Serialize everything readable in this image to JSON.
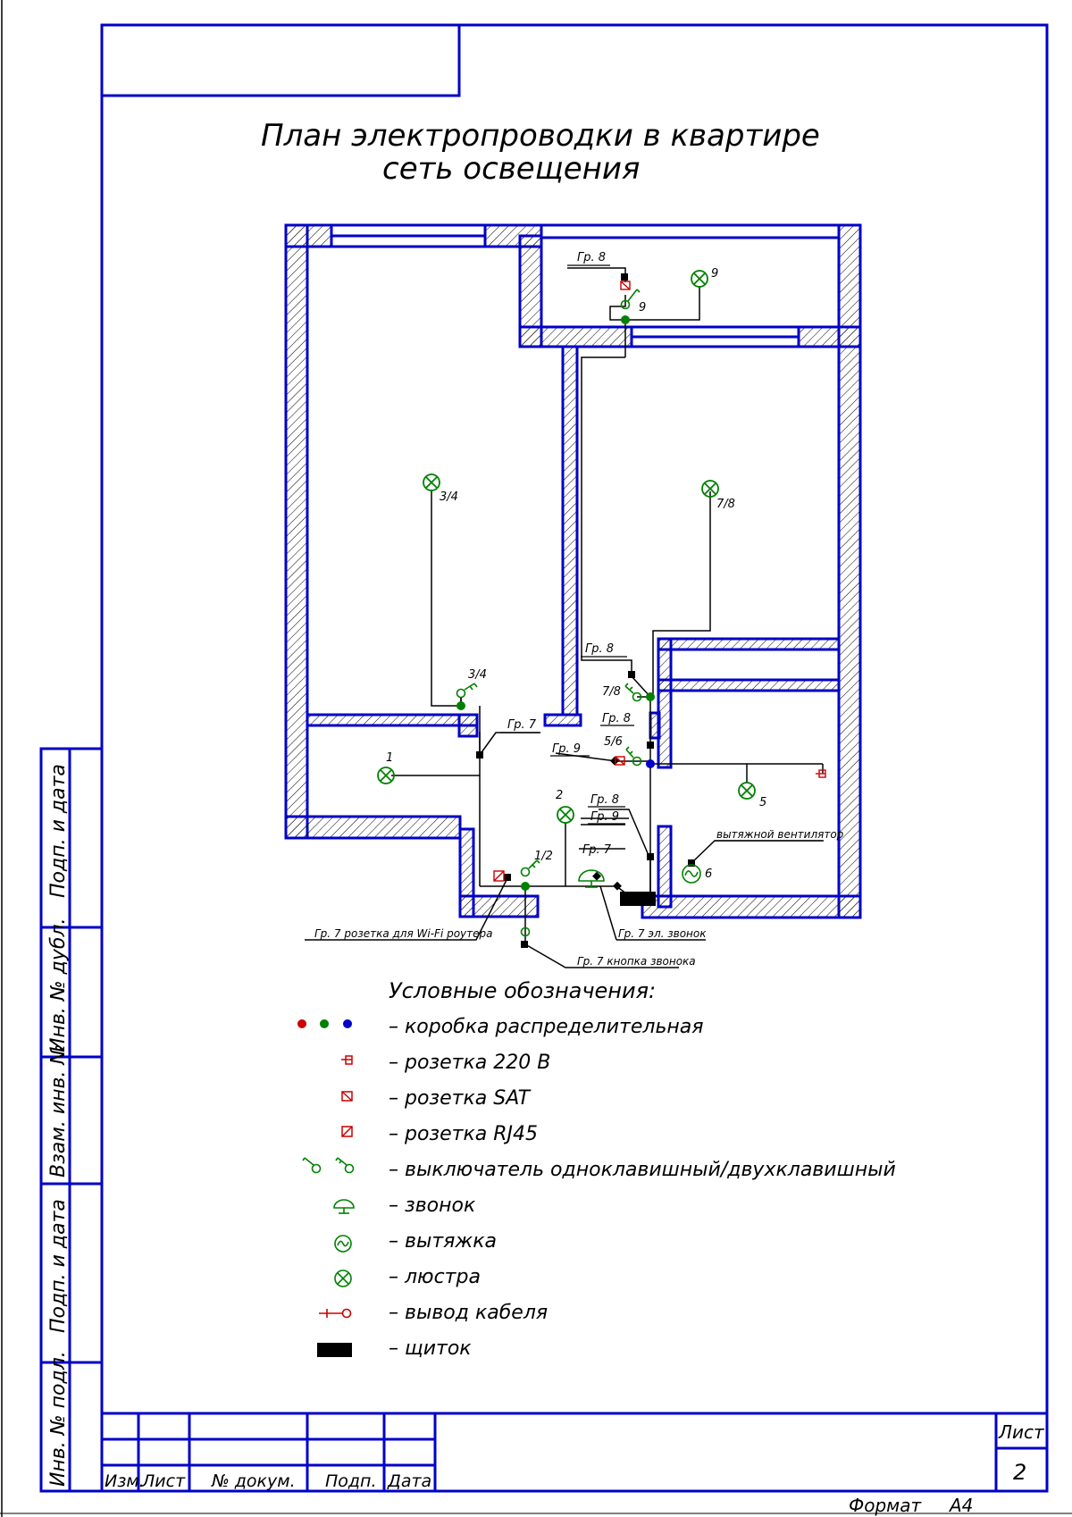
{
  "title": {
    "line1": "План электропроводки в квартире",
    "line2": "сеть освещения"
  },
  "plan_labels": {
    "gr8_balcony": "Гр. 8",
    "lamp_balcony": "9",
    "switch_balcony": "9",
    "lamp_left_room": "3/4",
    "lamp_right_room": "7/8",
    "switch_left_room": "3/4",
    "gr8_corridor": "Гр. 8",
    "switch_7_8": "7/8",
    "gr7_corridor": "Гр. 7",
    "gr8_mid": "Гр. 8",
    "gr9_mid": "Гр. 9",
    "switch_5_6": "5/6",
    "lamp_1": "1",
    "lamp_5": "5",
    "lamp_2": "2",
    "gr8_low": "Гр. 8",
    "gr9_low": "Гр. 9",
    "fan_title": "вытяжной вентилятор",
    "fan_num": "6",
    "switch_1_2": "1/2",
    "gr7_low": "Гр. 7",
    "router": "Гр. 7 розетка для Wi-Fi роутера",
    "bell": "Гр. 7 эл. звонок",
    "bell_button": "Гр. 7 кнопка звонока"
  },
  "legend": {
    "title": "Условные обозначения:",
    "items": [
      {
        "icon": "junction-box-icon",
        "label": "– коробка распределительная"
      },
      {
        "icon": "socket-220v-icon",
        "label": "– розетка 220 В"
      },
      {
        "icon": "socket-sat-icon",
        "label": "– розетка SAT"
      },
      {
        "icon": "socket-rj45-icon",
        "label": "– розетка RJ45"
      },
      {
        "icon": "switch-icon",
        "label": "– выключатель одноклавишный/двухклавишный"
      },
      {
        "icon": "bell-icon",
        "label": "– звонок"
      },
      {
        "icon": "extractor-icon",
        "label": "– вытяжка"
      },
      {
        "icon": "chandelier-icon",
        "label": "– люстра"
      },
      {
        "icon": "cable-outlet-icon",
        "label": "– вывод кабеля"
      },
      {
        "icon": "panel-icon",
        "label": "– щиток"
      }
    ]
  },
  "side_stamp": {
    "podp_data_1": "Подп. и дата",
    "inv_dubl": "Инв. № дубл.",
    "vzam_inv": "Взам. инв. №",
    "podp_data_2": "Подп. и дата",
    "inv_podl": "Инв. № подл."
  },
  "title_block": {
    "izm": "Изм.",
    "list": "Лист",
    "doc_no": "№ докум.",
    "podp": "Подп.",
    "data": "Дата",
    "sheet_label": "Лист",
    "sheet_number": "2"
  },
  "format": {
    "label": "Формат",
    "value": "А4"
  },
  "colors": {
    "frame": "#0000c8",
    "wire": "#000000",
    "green": "#008000",
    "red": "#cc0000",
    "blue": "#0000cc",
    "hatch": "#000000"
  }
}
